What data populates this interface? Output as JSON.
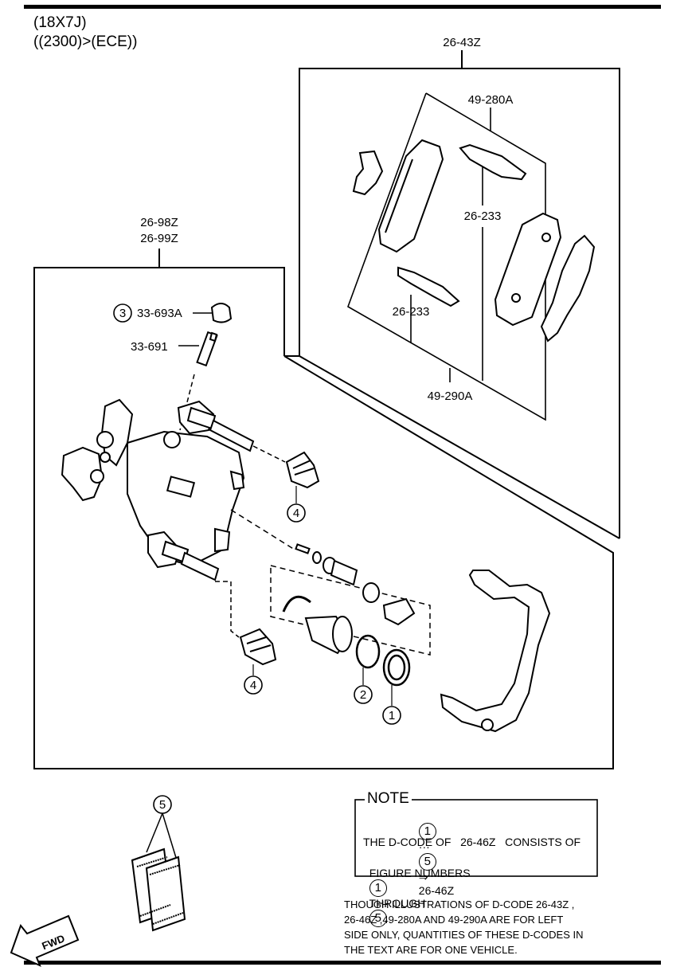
{
  "header": {
    "line1": "(18X7J)",
    "line2": "((2300)>(ECE))"
  },
  "assemblies": {
    "pad_kit": "26-43Z",
    "pad_set_a": "49-280A",
    "pad_set_b": "49-290A",
    "clip_upper": "26-233",
    "clip_lower": "26-233",
    "caliper": [
      "26-98Z",
      "26-99Z"
    ]
  },
  "parts": {
    "cap": {
      "number": "3",
      "code": "33-693A"
    },
    "bleeder": {
      "code": "33-691"
    },
    "boot_upper": {
      "number": "4"
    },
    "boot_lower": {
      "number": "4"
    },
    "piston_seal": {
      "number": "2"
    },
    "dust_seal": {
      "number": "1"
    },
    "grease": {
      "number": "5"
    }
  },
  "note": {
    "title": "NOTE",
    "range_start": "1",
    "range_dots": "···",
    "range_end": "5",
    "arrow": "⇒",
    "range_code": "26-46Z",
    "line2": "THE D-CODE OF   26-46Z   CONSISTS OF",
    "line3_text": "FIGURE NUMBERS",
    "line3_start": "1",
    "line3_through": "THROUGH",
    "line3_end": "5"
  },
  "footnote": "THOUGH ILLUSTRATIONS OF D-CODE 26-43Z ,\n26-46Z ,49-280A AND 49-290A ARE FOR LEFT\nSIDE ONLY, QUANTITIES OF THESE D-CODES IN\nTHE TEXT ARE FOR ONE VEHICLE.",
  "fwd": "FWD"
}
